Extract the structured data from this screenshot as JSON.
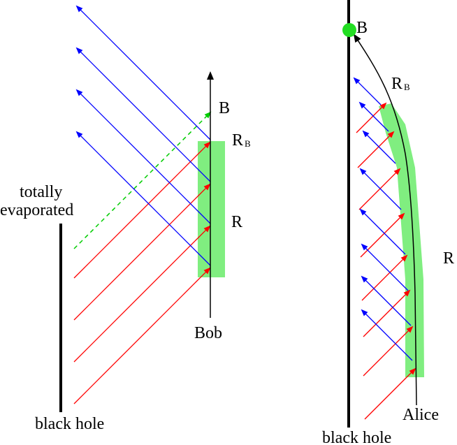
{
  "left_panel": {
    "labels": {
      "B": "B",
      "R_main": "R",
      "R_sub": "B",
      "R": "R",
      "bob": "Bob",
      "totally": "totally",
      "evaporated": "evaporated",
      "black_hole": "black hole"
    }
  },
  "right_panel": {
    "labels": {
      "B": "B",
      "R_main": "R",
      "R_sub": "B",
      "R": "R",
      "alice": "Alice",
      "black_hole": "black hole"
    }
  },
  "colors": {
    "outgoing": "#ff0000",
    "ingoing": "#0000ff",
    "dashed": "#00cc00",
    "region": "#80ee80",
    "point": "#22dd22",
    "axis": "#000000"
  }
}
